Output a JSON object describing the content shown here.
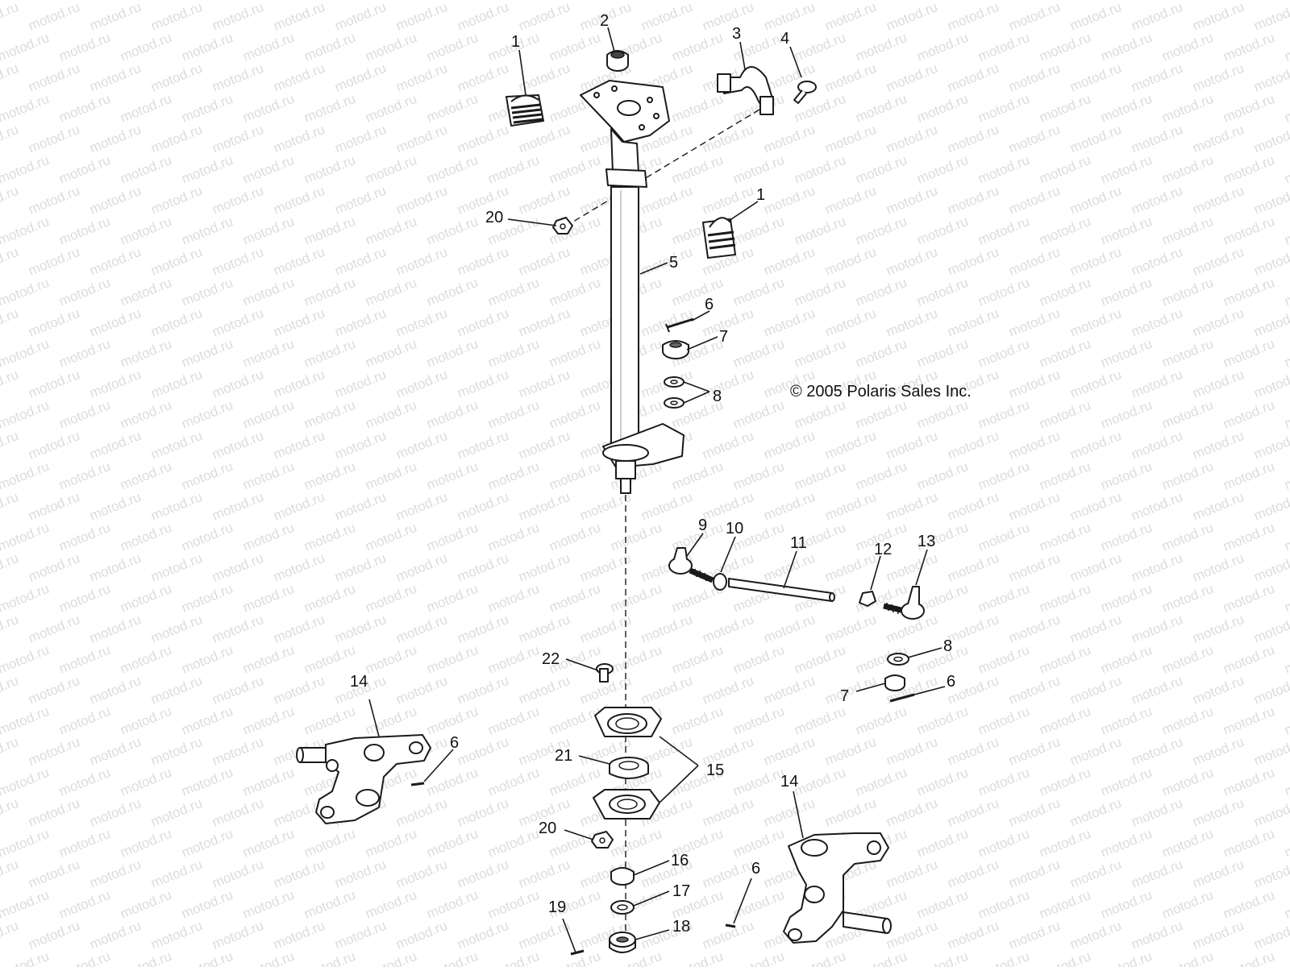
{
  "watermark": {
    "text": "motod.ru",
    "color": "#dcdcdc"
  },
  "copyright": "© 2005 Polaris Sales Inc.",
  "colors": {
    "ink": "#1a1a1a",
    "background": "#ffffff"
  },
  "callouts": [
    {
      "id": "c1a",
      "label": "1"
    },
    {
      "id": "c2",
      "label": "2"
    },
    {
      "id": "c3",
      "label": "3"
    },
    {
      "id": "c4",
      "label": "4"
    },
    {
      "id": "c20a",
      "label": "20"
    },
    {
      "id": "c1b",
      "label": "1"
    },
    {
      "id": "c5",
      "label": "5"
    },
    {
      "id": "c6a",
      "label": "6"
    },
    {
      "id": "c7a",
      "label": "7"
    },
    {
      "id": "c8a",
      "label": "8"
    },
    {
      "id": "c9",
      "label": "9"
    },
    {
      "id": "c10",
      "label": "10"
    },
    {
      "id": "c11",
      "label": "11"
    },
    {
      "id": "c12",
      "label": "12"
    },
    {
      "id": "c13",
      "label": "13"
    },
    {
      "id": "c8b",
      "label": "8"
    },
    {
      "id": "c7b",
      "label": "7"
    },
    {
      "id": "c6b",
      "label": "6"
    },
    {
      "id": "c22",
      "label": "22"
    },
    {
      "id": "c14a",
      "label": "14"
    },
    {
      "id": "c6c",
      "label": "6"
    },
    {
      "id": "c21",
      "label": "21"
    },
    {
      "id": "c15",
      "label": "15"
    },
    {
      "id": "c14b",
      "label": "14"
    },
    {
      "id": "c20b",
      "label": "20"
    },
    {
      "id": "c16",
      "label": "16"
    },
    {
      "id": "c6d",
      "label": "6"
    },
    {
      "id": "c17",
      "label": "17"
    },
    {
      "id": "c19",
      "label": "19"
    },
    {
      "id": "c18",
      "label": "18"
    }
  ]
}
